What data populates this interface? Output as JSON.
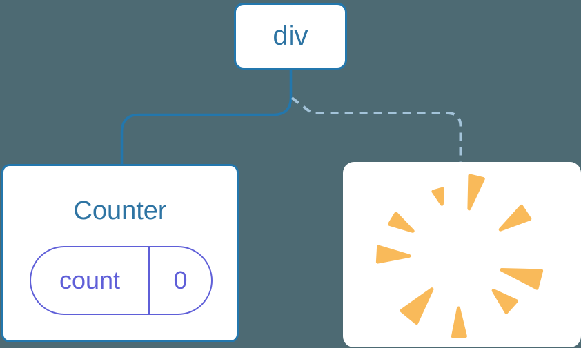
{
  "colors": {
    "background": "#4D6A73",
    "card": "#FFFFFF",
    "blue": "#2377AD",
    "blue-text": "#2E74A3",
    "dash": "#A3C3D9",
    "purple": "#5F5FD8",
    "spark": "#F9BA5A"
  },
  "tree": {
    "root": {
      "label": "div"
    },
    "counter": {
      "title": "Counter",
      "state": {
        "name": "count",
        "value": "0"
      }
    },
    "removed": {
      "icon": "poof-burst-icon"
    }
  }
}
